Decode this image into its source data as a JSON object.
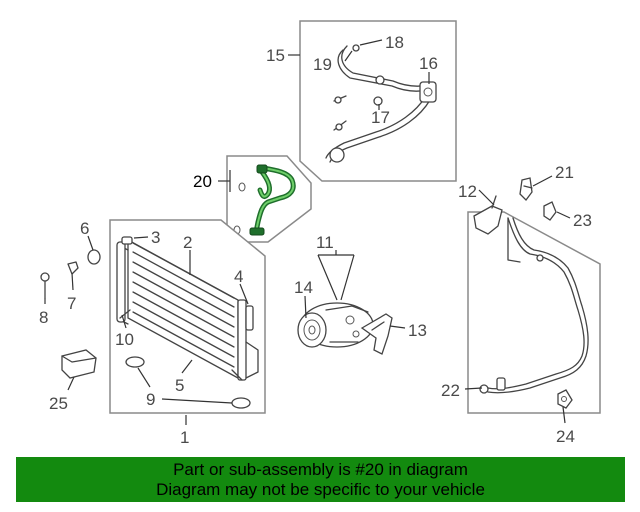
{
  "callouts": {
    "c1": "1",
    "c2": "2",
    "c3": "3",
    "c4": "4",
    "c5": "5",
    "c6": "6",
    "c7": "7",
    "c8": "8",
    "c9": "9",
    "c10": "10",
    "c11": "11",
    "c12": "12",
    "c13": "13",
    "c14": "14",
    "c15": "15",
    "c16": "16",
    "c17": "17",
    "c18": "18",
    "c19": "19",
    "c20": "20",
    "c21": "21",
    "c22": "22",
    "c23": "23",
    "c24": "24",
    "c25": "25"
  },
  "highlight": {
    "part": "20",
    "color": "#1f6f2c"
  },
  "banner": {
    "line1": "Part or sub-assembly is #20 in diagram",
    "line2": "Diagram may not be specific to your vehicle",
    "color": "#138a0f"
  }
}
